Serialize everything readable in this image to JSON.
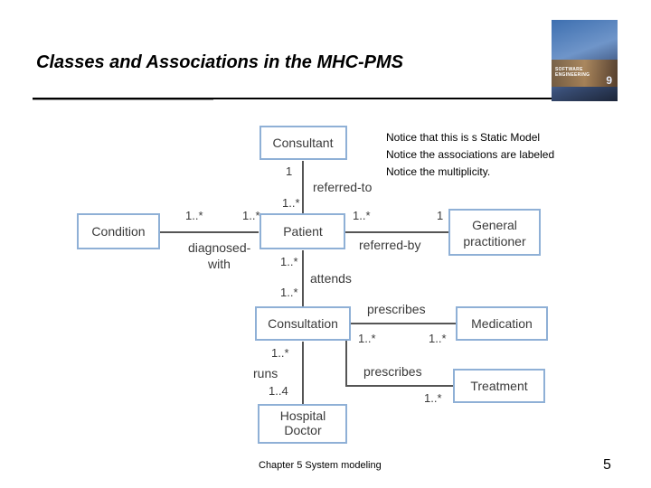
{
  "slide": {
    "title": "Classes and Associations in the MHC-PMS",
    "footer": "Chapter 5 System modeling",
    "page_number": "5"
  },
  "book_cover": {
    "title": "SOFTWARE ENGINEERING",
    "edition": "9"
  },
  "notes": [
    "Notice that this is s Static Model",
    "Notice the associations are labeled",
    "Notice the multiplicity."
  ],
  "diagram": {
    "classes": {
      "consultant": "Consultant",
      "condition": "Condition",
      "patient": "Patient",
      "general_practitioner": [
        "General",
        "practitioner"
      ],
      "consultation": "Consultation",
      "medication": "Medication",
      "treatment": "Treatment",
      "hospital_doctor": [
        "Hospital",
        "Doctor"
      ]
    },
    "associations": {
      "referred_to": "referred-to",
      "diagnosed_with": [
        "diagnosed-",
        "with"
      ],
      "referred_by": "referred-by",
      "attends": "attends",
      "prescribes_medication": "prescribes",
      "prescribes_treatment": "prescribes",
      "runs": "runs"
    },
    "multiplicities": {
      "consultant_end": "1",
      "patient_consultant_end": "1..*",
      "condition_end": "1..*",
      "patient_condition_end": "1..*",
      "patient_gp_end": "1..*",
      "gp_end": "1",
      "patient_consultation_end": "1..*",
      "consultation_patient_end": "1..*",
      "consultation_medication_end": "1..*",
      "medication_end": "1..*",
      "treatment_end": "1..*",
      "consultation_doctor_end": "1..*",
      "doctor_end": "1..4"
    },
    "colors": {
      "box_border": "#8fb0d6",
      "box_fill": "#ffffff",
      "line": "#555555",
      "text": "#3a3a3a"
    }
  }
}
